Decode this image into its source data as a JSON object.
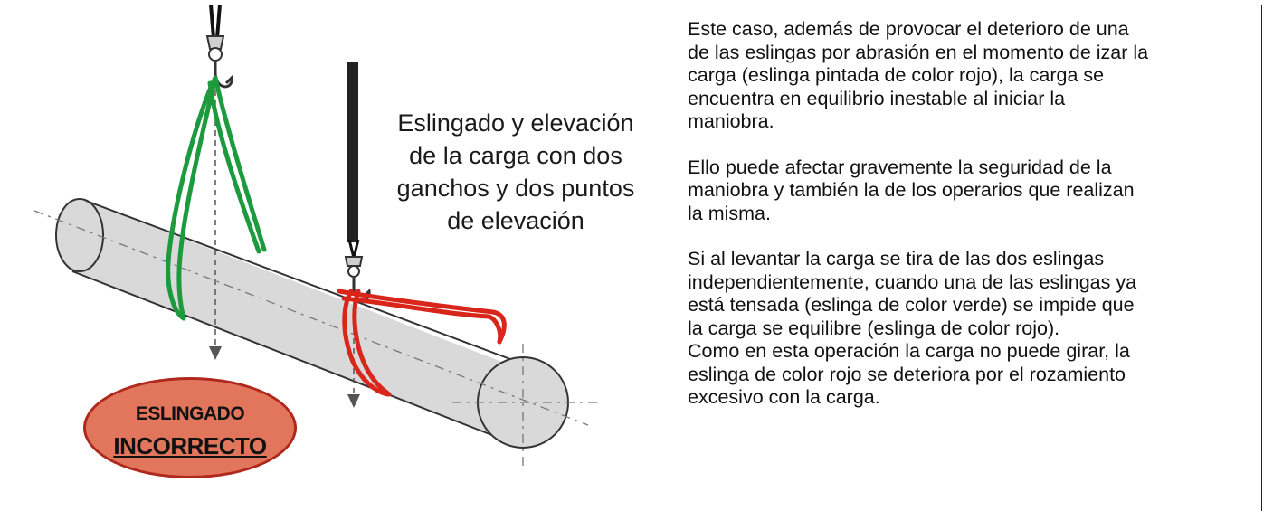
{
  "caption": {
    "line1": "Eslingado y elevación",
    "line2": "de la carga con dos",
    "line3": "ganchos y dos puntos",
    "line4": "de elevación"
  },
  "badge": {
    "line1": "ESLINGADO",
    "line2": "INCORRECTO",
    "fill_color": "#e2765c",
    "border_color": "#b0271c"
  },
  "paragraphs": {
    "p1": "Este caso, además de provocar el deterioro de una\nde las eslingas por abrasión en el momento de izar la\ncarga (eslinga pintada de color rojo), la carga se\nencuentra en equilibrio inestable al iniciar la\nmaniobra.",
    "p2": "Ello puede afectar gravemente la seguridad de la\nmaniobra y también la de los operarios que realizan\nla misma.",
    "p3": "Si al levantar la carga se tira de las dos eslingas\nindependientemente, cuando una de las eslingas ya\nestá tensada (eslinga de color verde) se impide que\nla carga se equilibre (eslinga de color rojo).\nComo en esta operación la carga no puede girar, la\neslinga de color rojo se deteriora por el rozamiento\nexcesivo con la carga."
  },
  "colors": {
    "green_sling": "#1e9a3e",
    "red_sling": "#d8261b",
    "cylinder": "#d9d9d9"
  }
}
